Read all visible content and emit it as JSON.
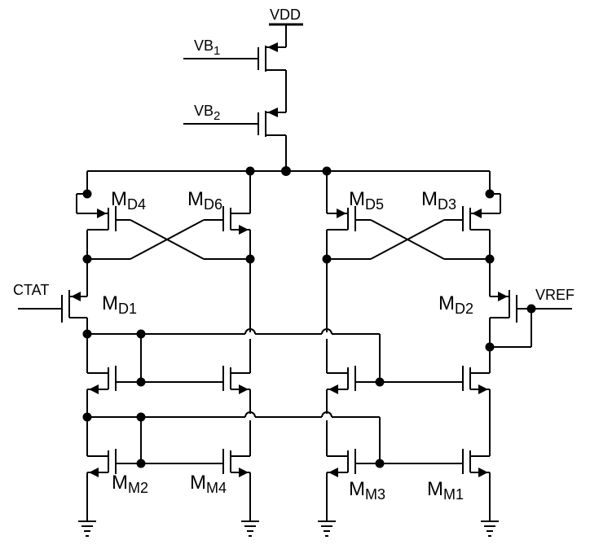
{
  "labels": {
    "vdd": "VDD",
    "vb1": "VB",
    "vb1_sub": "1",
    "vb2": "VB",
    "vb2_sub": "2",
    "ctat": "CTAT",
    "vref": "VREF",
    "md4": "M",
    "md4_sub": "D4",
    "md6": "M",
    "md6_sub": "D6",
    "md5": "M",
    "md5_sub": "D5",
    "md3": "M",
    "md3_sub": "D3",
    "md1": "M",
    "md1_sub": "D1",
    "md2": "M",
    "md2_sub": "D2",
    "mm2": "M",
    "mm2_sub": "M2",
    "mm4": "M",
    "mm4_sub": "M4",
    "mm3": "M",
    "mm3_sub": "M3",
    "mm1": "M",
    "mm1_sub": "M1"
  }
}
